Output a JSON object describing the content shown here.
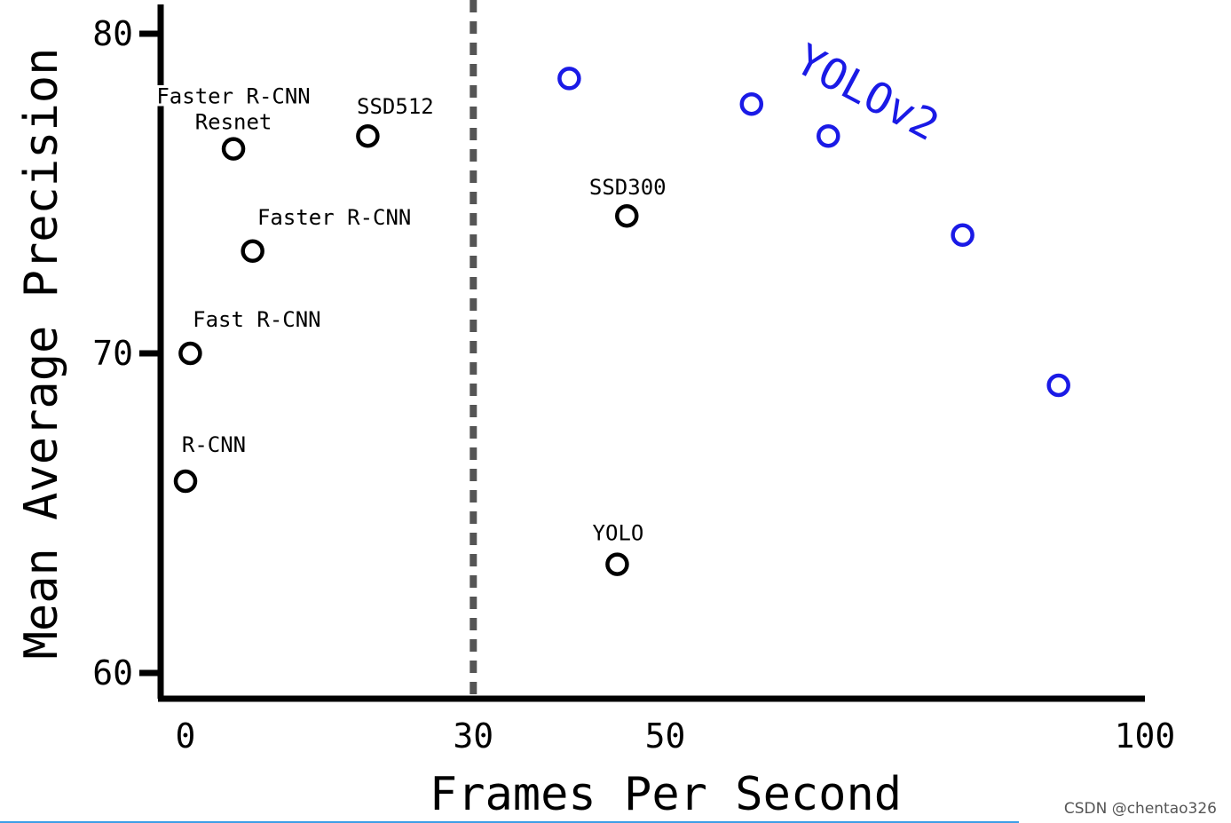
{
  "chart_data": {
    "type": "scatter",
    "xlabel": "Frames Per Second",
    "ylabel": "Mean Average Precision",
    "xlim": [
      -1,
      102
    ],
    "ylim": [
      59.2,
      81
    ],
    "x_ticks": [
      0,
      30,
      50,
      100
    ],
    "y_ticks": [
      60,
      70,
      80
    ],
    "reference_line": {
      "x": 30,
      "style": "dashed"
    },
    "series": [
      {
        "name": "",
        "color": "#000000",
        "points": [
          {
            "x": 0,
            "y": 66.0,
            "label": [
              "R-CNN"
            ]
          },
          {
            "x": 0.5,
            "y": 70.0,
            "label": [
              "Fast R-CNN"
            ]
          },
          {
            "x": 7,
            "y": 73.2,
            "label": [
              "Faster R-CNN"
            ]
          },
          {
            "x": 5,
            "y": 76.4,
            "label": [
              "Faster R-CNN",
              "Resnet"
            ]
          },
          {
            "x": 19,
            "y": 76.8,
            "label": [
              "SSD512"
            ]
          },
          {
            "x": 46,
            "y": 74.3,
            "label": [
              "SSD300"
            ]
          },
          {
            "x": 45,
            "y": 63.4,
            "label": [
              "YOLO"
            ]
          }
        ]
      },
      {
        "name": "YOLOv2",
        "color": "#1a1ae6",
        "points": [
          {
            "x": 40,
            "y": 78.6
          },
          {
            "x": 59,
            "y": 77.8
          },
          {
            "x": 67,
            "y": 76.8
          },
          {
            "x": 81,
            "y": 73.7
          },
          {
            "x": 91,
            "y": 69.0
          }
        ]
      }
    ]
  },
  "watermark": "CSDN @chentao326"
}
